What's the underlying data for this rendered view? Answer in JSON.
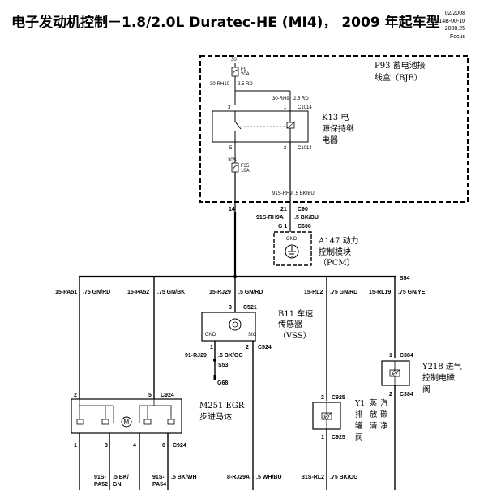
{
  "title": "电子发动机控制－1.8/2.0L Duratec-HE (MI4)， 2009 年起车型",
  "meta": {
    "line1": "02/2008",
    "line2": "303-14B-00-10",
    "line3": "2008.25",
    "line4": "Focus"
  },
  "bjb": {
    "name1": "P93 蓄电池接",
    "name2": "线盒（BJB）",
    "fuse_f9_pin": "30",
    "fuse_f9": "F9",
    "fuse_f9_amp": "20A",
    "wire_rh10": "30-RH10",
    "wire_rh10_spec": "2.5 RD",
    "wire_rh9": "30-RH9",
    "wire_rh9_spec": "2.5 RD",
    "fuse_f35_pin": "30S",
    "fuse_f35": "F35",
    "fuse_f35_amp": "10A",
    "wire_out": "91S-RH9",
    "wire_out_spec": ".5 BK/BU"
  },
  "relay": {
    "name1": "K13 电",
    "name2": "源保持继",
    "name3": "电器",
    "pin3": "3",
    "pin1": "1",
    "pin5": "5",
    "pin2": "2",
    "conn_top": "C1014",
    "conn_bottom": "C1014"
  },
  "pcm": {
    "pin_21": "21",
    "pin_14": "14",
    "conn_c90": "C90",
    "wire": "91S-RH9A",
    "wire_spec": ".5 BK/BU",
    "pin_g1": "G 1",
    "conn_c600": "C600",
    "gnd": "GND",
    "name1": "A147 动力",
    "name2": "控制模块",
    "name3": "（PCM）"
  },
  "splice_s54": "S54",
  "bus": [
    {
      "circuit": "15-PA51",
      "spec": ".75 GN/RD"
    },
    {
      "circuit": "15-PA52",
      "spec": ".75 GN/BK"
    },
    {
      "circuit": "15-RJ29",
      "spec": ".5 GN/RD"
    },
    {
      "circuit": "15-RL2",
      "spec": ".75 GN/RD"
    },
    {
      "circuit": "15-RL19",
      "spec": ".75 GN/YE"
    }
  ],
  "vss": {
    "pin3": "3",
    "conn": "C521",
    "name1": "B11 车速",
    "name2": "传感器",
    "name3": "（VSS）",
    "gnd": "GND",
    "sig": "SIG",
    "pin1": "1",
    "pin2": "2",
    "conn_out": "C524",
    "ground_wire": "91-RJ29",
    "ground_spec": ".5 BK/OG",
    "splice": "S53",
    "ground": "G68"
  },
  "egr": {
    "pin2": "2",
    "pin5": "5",
    "conn_top": "C924",
    "name1": "M251 EGR",
    "name2": "步进马达",
    "motor": "M",
    "pin1": "1",
    "pin3": "3",
    "pin4": "4",
    "pin6": "6",
    "conn_bottom": "C924"
  },
  "y1": {
    "pin2": "2",
    "conn_top": "C925",
    "pin1": "1",
    "conn_bottom": "C925",
    "name_col1": [
      "Y1",
      "排",
      "罐",
      "阀"
    ],
    "name_col2": [
      "蒸",
      "放",
      "清"
    ],
    "name_col3": [
      "汽",
      "碳",
      "净"
    ]
  },
  "y218": {
    "pin1": "1",
    "conn_top": "C384",
    "pin2": "2",
    "conn_bottom": "C384",
    "name1": "Y218 进气",
    "name2": "控制电磁",
    "name3": "阀"
  },
  "bottom_wires": [
    {
      "circuit": "91S-",
      "circuit2": "PA52",
      "spec": ".5 BK/",
      "spec2": "GN"
    },
    {
      "circuit": "91S-",
      "circuit2": "PA54",
      "spec": ".5 BK/WH"
    },
    {
      "circuit": "8-RJ29A",
      "spec": ".5 WH/BU"
    },
    {
      "circuit": "31S-RL2",
      "spec": ".75 BK/OG"
    }
  ]
}
